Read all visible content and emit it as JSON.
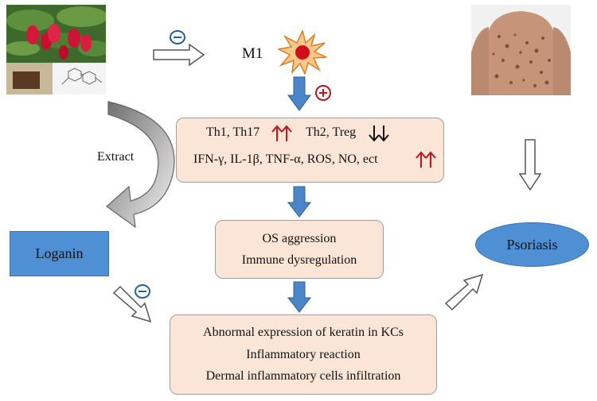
{
  "labels": {
    "m1": "M1",
    "extract": "Extract",
    "loganin": "Loganin",
    "psoriasis": "Psoriasis"
  },
  "box_top": {
    "line1_a": "Th1, Th17",
    "line1_b": "Th2, Treg",
    "line2": "IFN-γ, IL-1β, TNF-α, ROS, NO, ect"
  },
  "box_mid": {
    "line1": "OS aggression",
    "line2": "Immune dysregulation"
  },
  "box_bottom": {
    "line1": "Abnormal expression of keratin in KCs",
    "line2": "Inflammatory reaction",
    "line3": "Dermal inflammatory cells infiltration"
  },
  "colors": {
    "box_fill": "#fbe5d6",
    "blue_node": "#4f8fd4",
    "up_arrow": "#c0151a",
    "down_arrow": "#111111",
    "flow_arrow": "#4a86c8",
    "inhibit_sign": "#1f5fa8",
    "promote_sign": "#c0151a"
  },
  "icons": [
    "plant-photo-icon",
    "loganin-structure-icon",
    "m1-macrophage-icon",
    "skin-photo-icon",
    "inhibit-icon",
    "promote-icon"
  ]
}
